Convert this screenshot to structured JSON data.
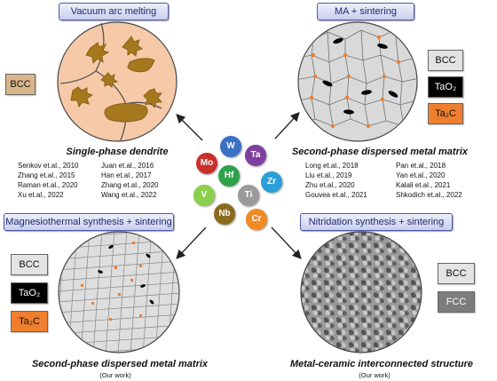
{
  "top_left": {
    "banner": "Vacuum arc melting",
    "legend": [
      "BCC"
    ],
    "caption": "Single-phase dendrite",
    "refs_col1": [
      "Senkov et.al., 2010",
      "Zhang et.al., 2015",
      "Raman et.al., 2020",
      "Xu et.al., 2022"
    ],
    "refs_col2": [
      "Juan et.al., 2016",
      "Han et.al., 2017",
      "Zhang et.al., 2020",
      "Wang et.al., 2022"
    ]
  },
  "top_right": {
    "banner": "MA + sintering",
    "legend": [
      "BCC",
      "TaO₂",
      "Ta₂C"
    ],
    "caption": "Second-phase dispersed metal matrix",
    "refs_col1": [
      "Long et.al., 2018",
      "Liu et.al., 2019",
      "Zhu et.al., 2020",
      "Gouvea et.al., 2021"
    ],
    "refs_col2": [
      "Pan et.al., 2018",
      "Yan et.al., 2020",
      "Kalali et.al., 2021",
      "Shkodich et.al., 2022"
    ]
  },
  "bottom_left": {
    "banner": "Magnesiothermal synthesis + sintering",
    "legend": [
      "BCC",
      "TaO₂",
      "Ta₂C"
    ],
    "caption": "Second-phase dispersed metal matrix",
    "note": "(Our work)"
  },
  "bottom_right": {
    "banner": "Nitridation synthesis + sintering",
    "legend": [
      "BCC",
      "FCC"
    ],
    "caption": "Metal-ceramic interconnected structure",
    "note": "(Our work)"
  },
  "elements": [
    {
      "symbol": "W",
      "color": "#3a6fc4"
    },
    {
      "symbol": "Mo",
      "color": "#c9302c"
    },
    {
      "symbol": "Ta",
      "color": "#7e3fa0"
    },
    {
      "symbol": "Hf",
      "color": "#2ea24a"
    },
    {
      "symbol": "Zr",
      "color": "#2b9fd9"
    },
    {
      "symbol": "V",
      "color": "#8ccf4d"
    },
    {
      "symbol": "Ti",
      "color": "#9a9a9a"
    },
    {
      "symbol": "Nb",
      "color": "#8c6b1e"
    },
    {
      "symbol": "Cr",
      "color": "#f08a24"
    }
  ],
  "colors": {
    "bcc_tan": "#d9b58c",
    "oxide": "#000000",
    "carbide": "#ef7f2e",
    "dendrite": "#a5781e",
    "melt_bg": "#f6c9a8",
    "grain_bg": "#d9d9d9",
    "fcc_gray": "#7d7d7d"
  }
}
